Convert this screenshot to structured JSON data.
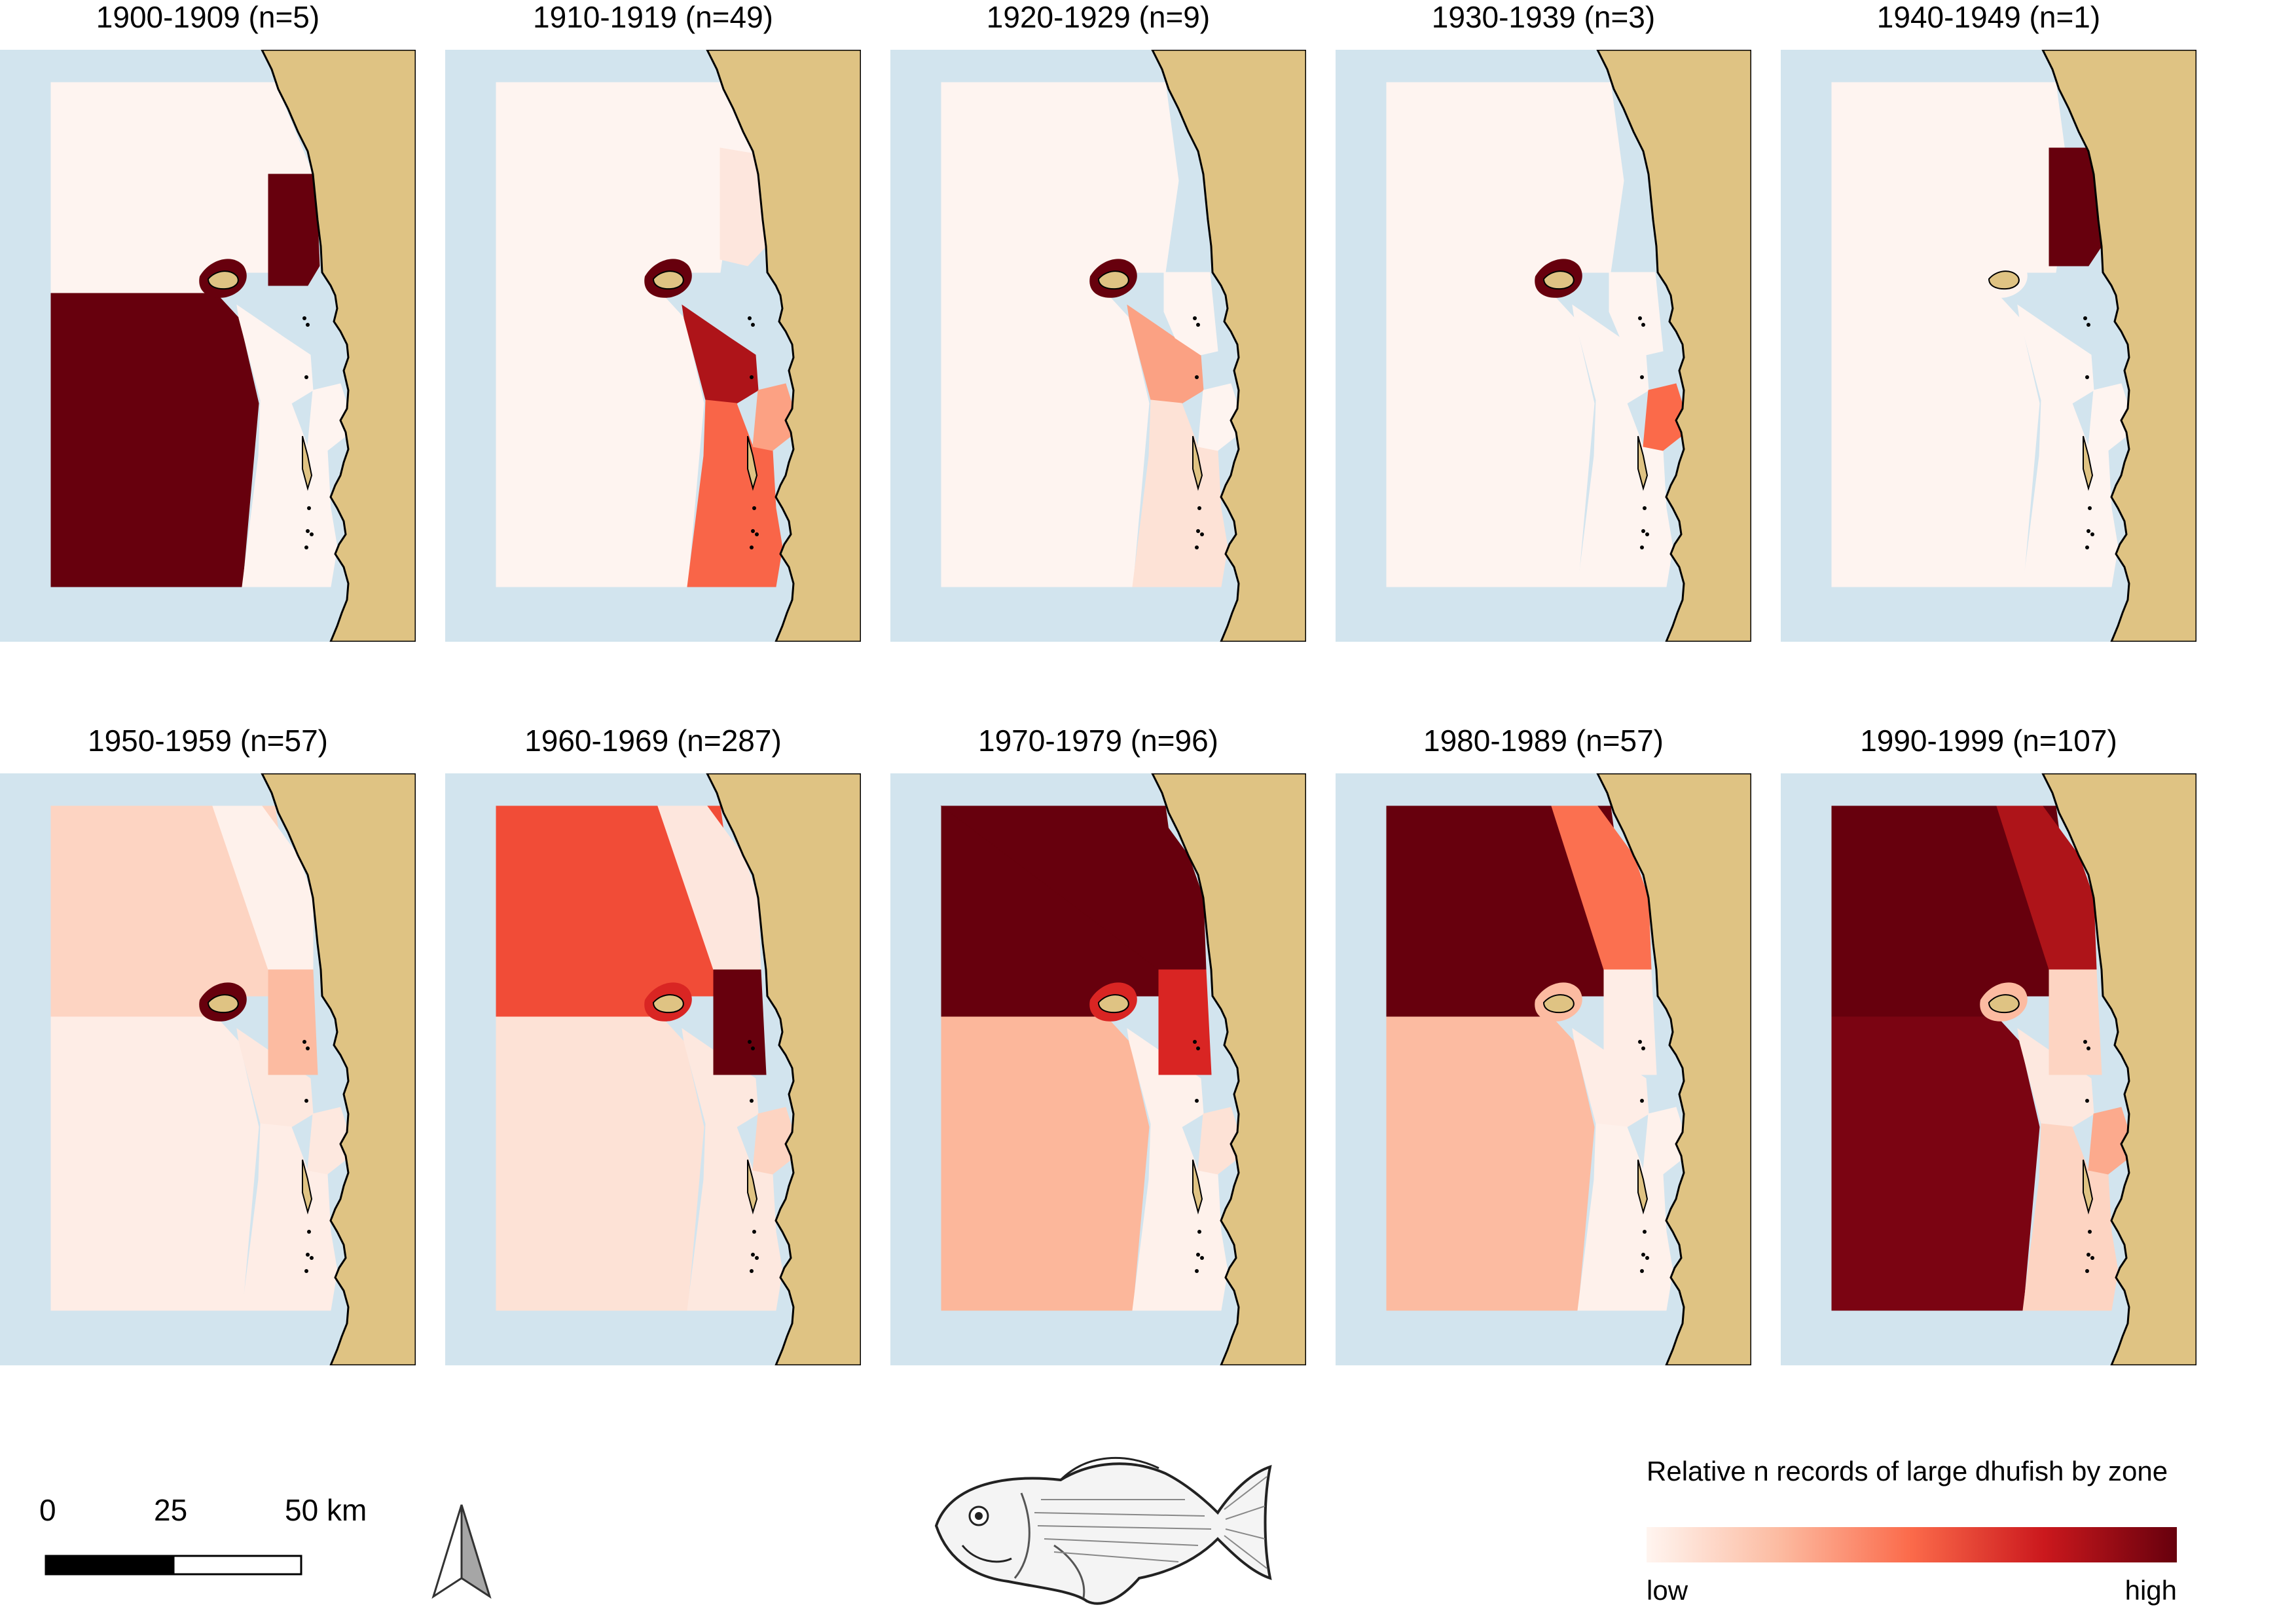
{
  "panels": [
    {
      "title": "1900-1909 (n=5)",
      "zones": {
        "NW": "#fef4f0",
        "NE": "#fef4f0",
        "E": "#67000d",
        "SW": "#67000d",
        "M": "#fef4f0",
        "SE": "#fef4f0",
        "S": "#fef4f0",
        "I": "#67000d"
      }
    },
    {
      "title": "1910-1919 (n=49)",
      "zones": {
        "NW": "#fef4f0",
        "NE": "#fef4f0",
        "E": "#fde6dd",
        "SW": "#fef4f0",
        "M": "#ae1419",
        "SE": "#fca183",
        "S": "#f96548",
        "I": "#67000d"
      }
    },
    {
      "title": "1920-1929 (n=9)",
      "zones": {
        "NW": "#fef4f0",
        "NE": "#fef4f0",
        "E": "#fef4f0",
        "SW": "#fef4f0",
        "M": "#fba183",
        "SE": "#fef4f0",
        "S": "#fde2d6",
        "I": "#67000d"
      }
    },
    {
      "title": "1930-1939 (n=3)",
      "zones": {
        "NW": "#fef4f0",
        "NE": "#fef4f0",
        "E": "#fef4f0",
        "SW": "#fef4f0",
        "M": "#fef4f0",
        "SE": "#fb6a4a",
        "S": "#fef4f0",
        "I": "#67000d"
      }
    },
    {
      "title": "1940-1949 (n=1)",
      "zones": {
        "NW": "#fef4f0",
        "NE": "#fef4f0",
        "E": "#67000d",
        "SW": "#fef4f0",
        "M": "#fef4f0",
        "SE": "#fef4f0",
        "S": "#fef4f0",
        "I": "#fef4f0"
      }
    },
    {
      "title": "1950-1959 (n=57)",
      "zones": {
        "NW": "#fdd4c2",
        "NE": "#fef1eb",
        "E": "#fcbba1",
        "SW": "#feede6",
        "M": "#fde8df",
        "SE": "#fde8df",
        "S": "#feede6",
        "I": "#67000d"
      }
    },
    {
      "title": "1960-1969 (n=287)",
      "zones": {
        "NW": "#f14c37",
        "NE": "#fde6dd",
        "E": "#67000d",
        "SW": "#fde2d6",
        "M": "#fde8df",
        "SE": "#fdd4c2",
        "S": "#fde8df",
        "I": "#d92523"
      }
    },
    {
      "title": "1970-1979 (n=96)",
      "zones": {
        "NW": "#67000d",
        "NE": "#67000d",
        "E": "#d92523",
        "SW": "#fcb79b",
        "M": "#fef1eb",
        "SE": "#fde2d6",
        "S": "#fef1eb",
        "I": "#d92523"
      }
    },
    {
      "title": "1980-1989 (n=57)",
      "zones": {
        "NW": "#67000d",
        "NE": "#fb7050",
        "E": "#feede6",
        "SW": "#fcbba1",
        "M": "#feede6",
        "SE": "#fef1eb",
        "S": "#fef1eb",
        "I": "#fcbba1"
      }
    },
    {
      "title": "1990-1999 (n=107)",
      "zones": {
        "NW": "#67000d",
        "NE": "#ae1419",
        "E": "#fdd4c2",
        "SW": "#7b0412",
        "M": "#fde8df",
        "SE": "#fcaa8d",
        "S": "#fdd4c2",
        "I": "#fcbba1"
      }
    }
  ],
  "colors": {
    "ocean": "#d2e4ee",
    "land": "#dfc383",
    "island_fill": "#dfc383",
    "coast": "#000000"
  },
  "scalebar": {
    "labels": [
      "0",
      "25",
      "50 km"
    ]
  },
  "north_arrow": {
    "icon": "north-arrow-icon"
  },
  "illustration": {
    "icon": "dhufish-icon"
  },
  "legend": {
    "title": "Relative n records of large dhufish by zone",
    "low": "low",
    "high": "high",
    "gradient": [
      "#fff5f0",
      "#fcbba1",
      "#fb6a4a",
      "#cb181d",
      "#67000d"
    ]
  }
}
